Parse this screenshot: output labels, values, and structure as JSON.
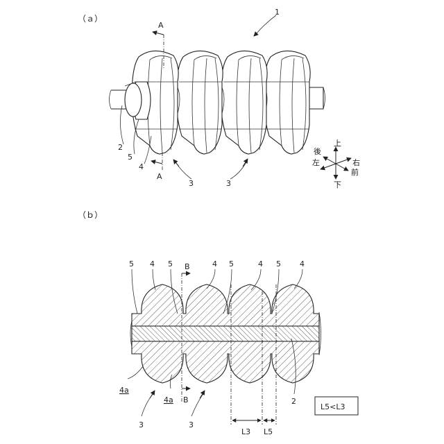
{
  "panels": {
    "a": "（ａ）",
    "b": "（ｂ）"
  },
  "fig_a": {
    "labels": {
      "device": "1",
      "shaft": "2",
      "body": "3",
      "body2": "3",
      "rib": "4",
      "spacer": "5"
    },
    "section": {
      "letter_top": "A",
      "letter_bottom": "A"
    },
    "directions": {
      "up": "上",
      "down": "下",
      "left": "左",
      "right": "右",
      "front": "前",
      "back": "後"
    }
  },
  "fig_b": {
    "labels": {
      "top": [
        "5",
        "4",
        "5",
        "4",
        "5",
        "4",
        "5",
        "4"
      ],
      "shaft": "2",
      "body_left": "3",
      "body_right": "3",
      "edge_left": "4a",
      "edge_right": "4a"
    },
    "section": {
      "letter_top": "B",
      "letter_bottom": "B"
    },
    "dims": {
      "l3": "L3",
      "l5": "L5"
    },
    "relation": "L5<L3"
  }
}
